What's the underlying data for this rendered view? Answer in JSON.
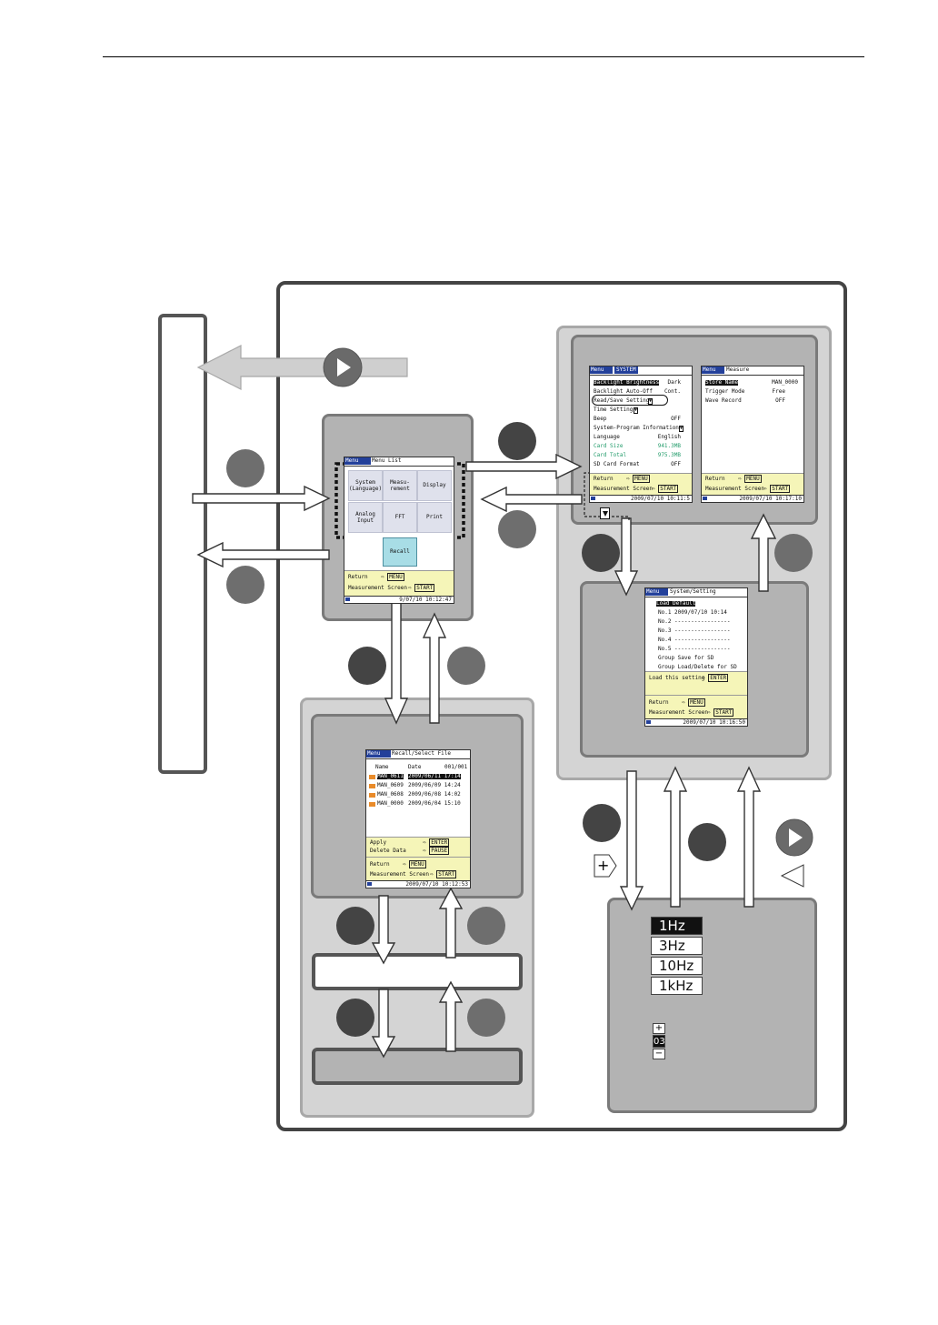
{
  "menu_list_screen": {
    "tag": "Menu",
    "title": "Menu List",
    "cells": [
      "System (Language)",
      "Measu- rement",
      "Display",
      "Analog Input",
      "FFT",
      "Print"
    ],
    "recall": "Recall",
    "return_label": "Return",
    "return_key": "MENU",
    "measurement_label": "Measurement Screen",
    "start_key": "START",
    "date": "2009/07/10 10:12:47",
    "date_shown": "9/07/10 10:12:47"
  },
  "system_screen": {
    "tag": "Menu",
    "title": "SYSTEM",
    "rows": [
      {
        "label": "Backlight Brightness",
        "value": "Dark"
      },
      {
        "label": "Backlight Auto-Off",
        "value": "Cont."
      },
      {
        "label": "Read/Save Setting",
        "value": ""
      },
      {
        "label": "Time Setting",
        "value": ""
      },
      {
        "label": "Beep",
        "value": "OFF"
      },
      {
        "label": "System-Program Information",
        "value": ""
      },
      {
        "label": "Language",
        "value": "English"
      },
      {
        "label": "Card Size",
        "value": "941.3MB"
      },
      {
        "label": "Card Total",
        "value": "975.3MB"
      },
      {
        "label": "SD Card Format",
        "value": "OFF"
      }
    ],
    "return_label": "Return",
    "return_key": "MENU",
    "measurement_label": "Measurement Screen",
    "start_key": "START",
    "date": "2009/07/10 10:11:5"
  },
  "measure_screen": {
    "tag": "Menu",
    "title": "Measure",
    "rows": [
      {
        "label": "Store Name",
        "value": "MAN_0000"
      },
      {
        "label": "Trigger Mode",
        "value": "Free"
      },
      {
        "label": "Wave Record",
        "value": "OFF"
      }
    ],
    "return_label": "Return",
    "return_key": "MENU",
    "measurement_label": "Measurement Screen",
    "start_key": "START",
    "date": "2009/07/10 10:17:10"
  },
  "setting_screen": {
    "tag": "Menu",
    "title": "System/Setting",
    "rows": [
      "Load Default",
      "No.1  2009/07/10  10:14",
      "No.2  -----------------",
      "No.3  -----------------",
      "No.4  -----------------",
      "No.5  -----------------",
      "Group Save for SD",
      "Group Load/Delete for SD"
    ],
    "load_label": "Load this setting",
    "enter_key": "ENTER",
    "return_label": "Return",
    "return_key": "MENU",
    "measurement_label": "Measurement Screen",
    "start_key": "START",
    "date": "2009/07/10 10:16:50"
  },
  "recall_screen": {
    "tag": "Menu",
    "title": "Recall/Select File",
    "col_name": "Name",
    "col_date": "Date",
    "page": "001/001",
    "files": [
      {
        "name": "MAN_0611",
        "date": "2009/06/11 17:14"
      },
      {
        "name": "MAN_0609",
        "date": "2009/06/09 14:24"
      },
      {
        "name": "MAN_0608",
        "date": "2009/06/08 14:02"
      },
      {
        "name": "MAN_0000",
        "date": "2009/06/04 15:10"
      }
    ],
    "apply_label": "Apply",
    "enter_key": "ENTER",
    "delete_label": "Delete Data",
    "pause_key": "PAUSE",
    "return_label": "Return",
    "return_key": "MENU",
    "measurement_label": "Measurement Screen",
    "start_key": "START",
    "date": "2009/07/10 10:12:53"
  },
  "options": [
    "1Hz",
    "3Hz",
    "10Hz",
    "1kHz"
  ],
  "stepper": {
    "plus": "+",
    "value": "03",
    "minus": "−"
  },
  "symbols": {
    "plus_key": "+",
    "left_key": "◁"
  },
  "colors": {
    "box_light": "#d4d4d4",
    "box_dark": "#b3b3b3",
    "screen_header": "#23409a",
    "screen_footer": "#f5f5b8",
    "recall_cell": "#a8dde6"
  }
}
